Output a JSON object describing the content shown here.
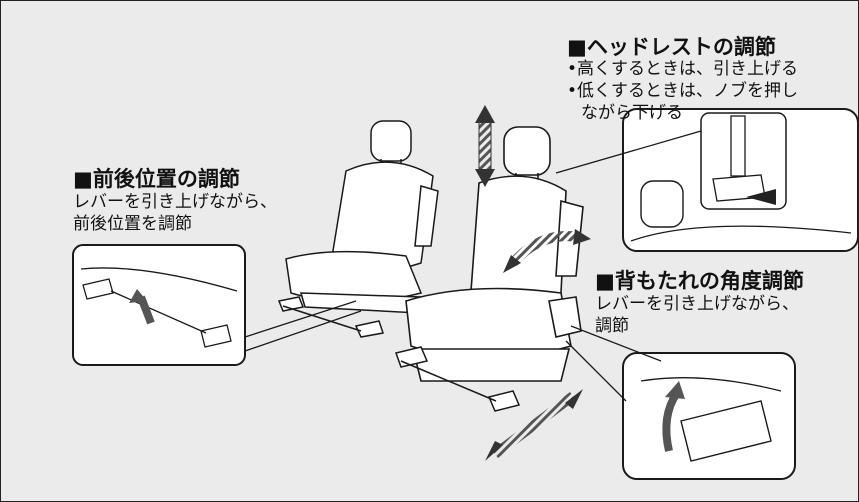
{
  "sections": {
    "headrest": {
      "title": "■ヘッドレストの調節",
      "lines": [
        "•高くするときは、引き上げる",
        "•低くするときは、ノブを押し",
        "ながら下げる"
      ]
    },
    "slide": {
      "title": "■前後位置の調節",
      "lines": [
        "レバーを引き上げながら、",
        "前後位置を調節"
      ]
    },
    "recline": {
      "title": "■背もたれの角度調節",
      "lines": [
        "レバーを引き上げながら、",
        "調節"
      ]
    }
  },
  "colors": {
    "background": "#ebebeb",
    "seat_fill": "#ffffff",
    "line": "#1a1a1a",
    "arrow_fill": "#4a4a4a",
    "inset_fill": "#ffffff"
  }
}
